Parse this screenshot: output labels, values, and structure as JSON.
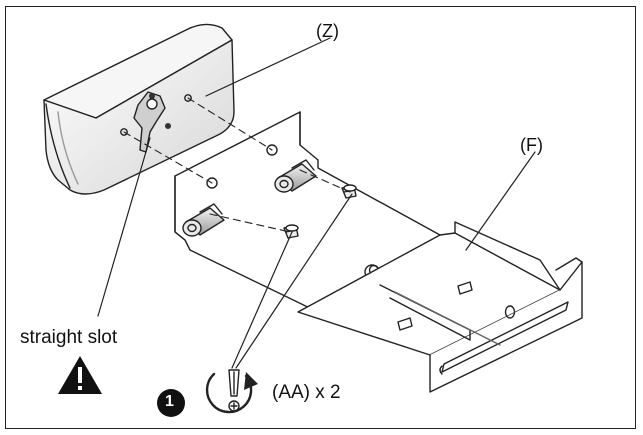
{
  "labels": {
    "z": "(Z)",
    "f": "(F)",
    "straight_slot": "straight slot",
    "step_number": "1",
    "aa_count": "(AA) x 2"
  },
  "icons": {
    "warning": "warning-triangle-icon",
    "rotate": "rotate-clockwise-screwdriver-icon",
    "step": "step-number-circle-icon"
  },
  "colors": {
    "line": "#222222",
    "fill_light": "#ffffff",
    "fill_shade": "#d8d8d8"
  }
}
